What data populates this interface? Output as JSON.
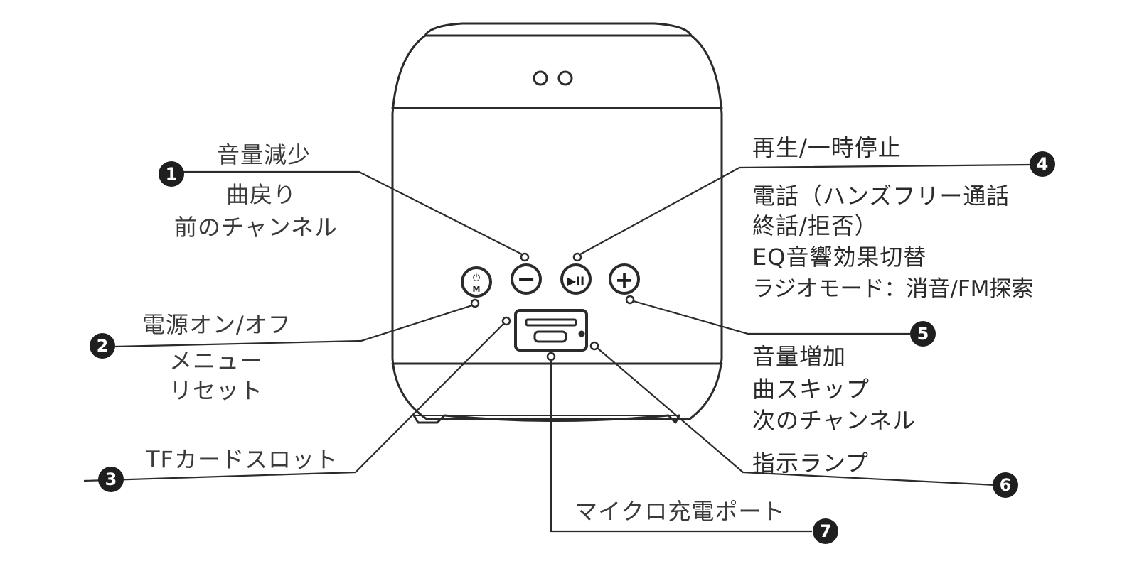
{
  "callouts": [
    {
      "number": "1",
      "lines": [
        "音量減少",
        "曲戻り",
        "前のチャンネル"
      ]
    },
    {
      "number": "2",
      "lines": [
        "電源オン/オフ",
        "メニュー",
        "リセット"
      ]
    },
    {
      "number": "3",
      "lines": [
        "TFカードスロット"
      ]
    },
    {
      "number": "4",
      "lines": [
        "再生/一時停止",
        "電話（ハンズフリー通話",
        "終話/拒否）",
        "EQ音響効果切替",
        "ラジオモード：消音/FM探索"
      ]
    },
    {
      "number": "5",
      "lines": [
        "音量増加",
        "曲スキップ",
        "次のチャンネル"
      ]
    },
    {
      "number": "6",
      "lines": [
        "指示ランプ"
      ]
    },
    {
      "number": "7",
      "lines": [
        "マイクロ充電ポート"
      ]
    }
  ],
  "buttons": {
    "power_icon_top": "⏻",
    "power_icon_bottom": "M",
    "minus_symbol": "−",
    "play_pause_symbol": "▶II",
    "plus_symbol": "+"
  }
}
